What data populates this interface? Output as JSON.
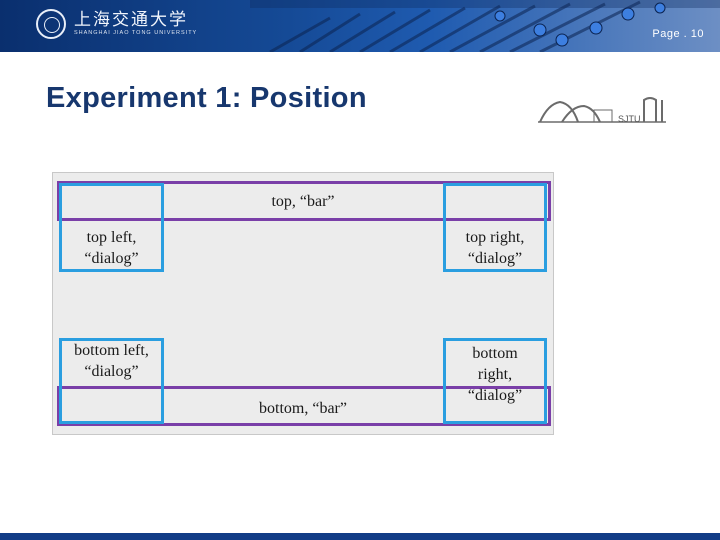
{
  "header": {
    "logo_cn": "上海交通大学",
    "logo_en": "SHANGHAI JIAO TONG UNIVERSITY",
    "page_number": "Page . 10"
  },
  "slide": {
    "title": "Experiment  1:  Position",
    "mark_text": "SJTU"
  },
  "figure": {
    "top_bar": "top, “bar”",
    "bottom_bar": "bottom, “bar”",
    "top_left_1": "top left,",
    "top_left_2": "“dialog”",
    "top_right_1": "top right,",
    "top_right_2": "“dialog”",
    "bottom_left_1": "bottom left,",
    "bottom_left_2": "“dialog”",
    "bottom_right_1": "bottom",
    "bottom_right_2": "right,",
    "bottom_right_3": "“dialog”",
    "colors": {
      "bar_border": "#7a3fa8",
      "dialog_border": "#2a9ee0",
      "background": "#ececec"
    }
  },
  "theme": {
    "banner": "#154a96",
    "title": "#17376e"
  }
}
